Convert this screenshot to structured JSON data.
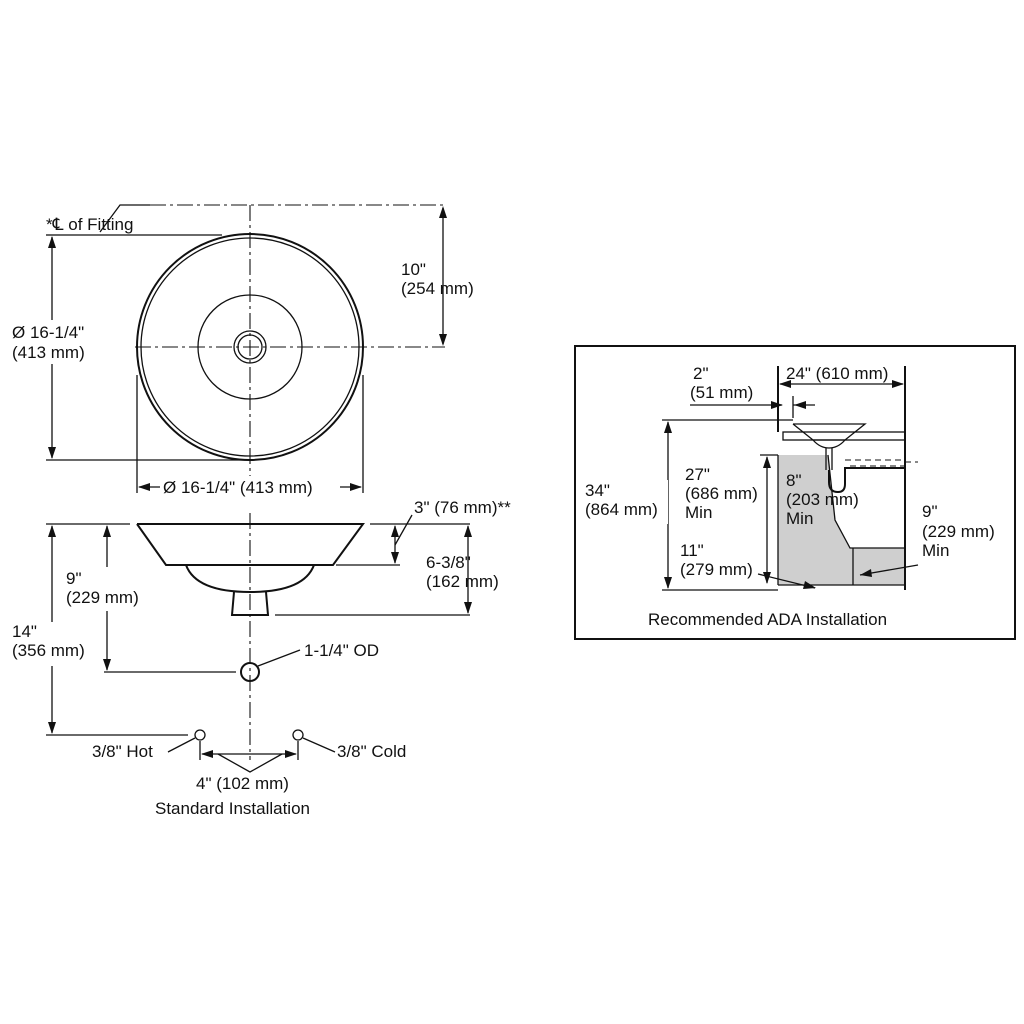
{
  "top_view": {
    "cl_label": "*℄ of Fitting",
    "depth_in": "10\"",
    "depth_mm": "(254 mm)",
    "height_in": "Ø 16-1/4\"",
    "height_mm": "(413 mm)",
    "width": "Ø 16-1/4\" (413 mm)"
  },
  "side_view": {
    "rim_height": "3\" (76 mm)**",
    "overall_in": "6-3/8\"",
    "overall_mm": "(162 mm)",
    "drain_in": "9\"",
    "drain_mm": "(229 mm)",
    "supply_in": "14\"",
    "supply_mm": "(356 mm)",
    "drain_od": "1-1/4\" OD",
    "hot": "3/8\" Hot",
    "cold": "3/8\" Cold",
    "spacing": "4\" (102 mm)",
    "caption": "Standard Installation"
  },
  "ada": {
    "offset_in": "2\"",
    "offset_mm": "(51 mm)",
    "clear_width": "24\" (610 mm)",
    "height_in": "34\"",
    "height_mm": "(864 mm)",
    "knee_in": "27\"",
    "knee_mm": "(686 mm)",
    "knee_min": "Min",
    "depth_in": "8\"",
    "depth_mm": "(203 mm)",
    "depth_min": "Min",
    "toe_in": "11\"",
    "toe_mm": "(279 mm)",
    "toe_h_in": "9\"",
    "toe_h_mm": "(229 mm)",
    "toe_h_min": "Min",
    "caption": "Recommended ADA Installation"
  }
}
